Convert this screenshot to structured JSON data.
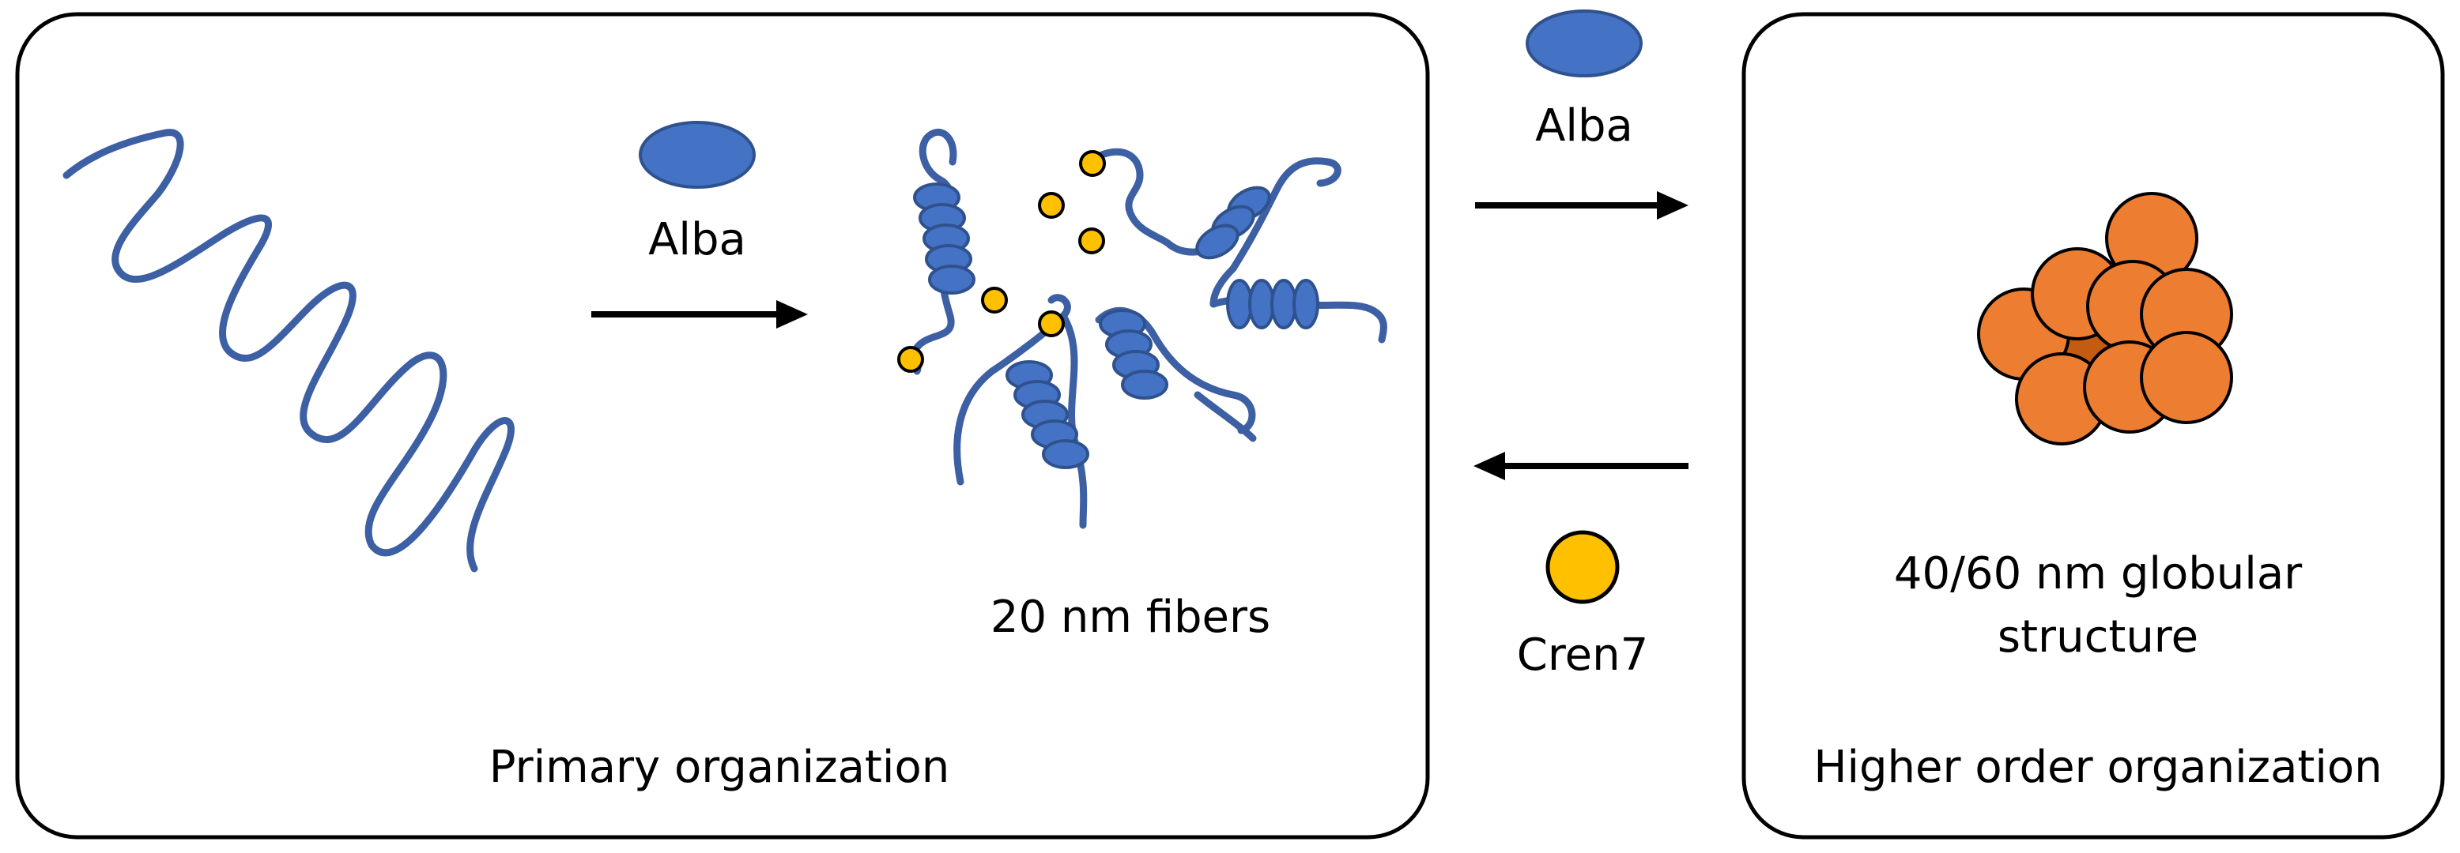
{
  "panels": {
    "primary": {
      "caption": "Primary organization"
    },
    "higher": {
      "caption": "Higher order organization"
    }
  },
  "labels": {
    "alba_left": "Alba",
    "alba_right": "Alba",
    "fibers": "20 nm fibers",
    "globular_line1": "40/60 nm globular",
    "globular_line2": "structure",
    "cren7": "Cren7"
  },
  "colors": {
    "dna_strand": "#3d5fa3",
    "alba_protein": "#4472c4",
    "cren7_protein": "#ffc000",
    "globule": "#ed7d31",
    "globule_core": "#c55a11",
    "outline": "#000000"
  }
}
